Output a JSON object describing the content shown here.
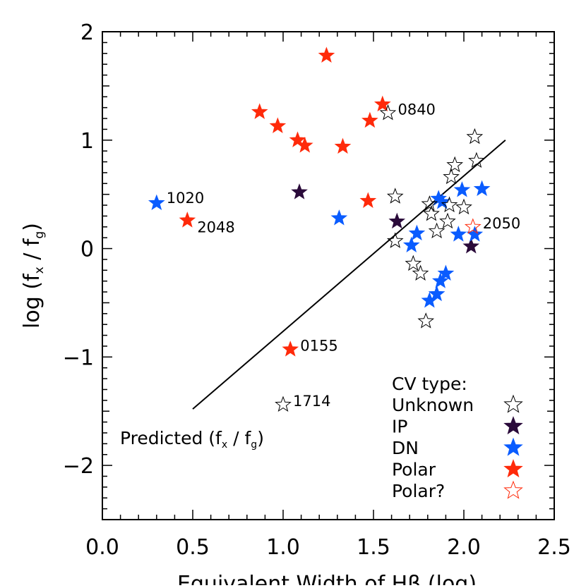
{
  "chart_data": {
    "type": "scatter",
    "xlabel": "Equivalent Width of Hβ (log)",
    "ylabel_parts": {
      "pre": "log (f",
      "sub1": "x",
      "mid": " / f",
      "sub2": "g",
      "post": ")"
    },
    "xlim": [
      0.0,
      2.5
    ],
    "ylim": [
      -2.5,
      2.0
    ],
    "x_ticks": [
      "0.0",
      "0.5",
      "1.0",
      "1.5",
      "2.0",
      "2.5"
    ],
    "x_tick_values": [
      0.0,
      0.5,
      1.0,
      1.5,
      2.0,
      2.5
    ],
    "y_ticks": [
      "2",
      "1",
      "0",
      "−1",
      "−2"
    ],
    "y_tick_values": [
      2,
      1,
      0,
      -1,
      -2
    ],
    "grid": false,
    "legend": {
      "title": "CV type:",
      "placement": "bottom-right",
      "entries": [
        {
          "key": "unknown",
          "label": "Unknown"
        },
        {
          "key": "ip",
          "label": "IP"
        },
        {
          "key": "dn",
          "label": "DN"
        },
        {
          "key": "polar",
          "label": "Polar"
        },
        {
          "key": "polar_q",
          "label": "Polar?"
        }
      ]
    },
    "styles": {
      "unknown": {
        "fill": "none",
        "stroke": "#000000"
      },
      "ip": {
        "fill": "#2a0a3a",
        "stroke": "#2a0a3a"
      },
      "dn": {
        "fill": "#0a5cff",
        "stroke": "#0a5cff"
      },
      "polar": {
        "fill": "#ff2a0a",
        "stroke": "#ff2a0a"
      },
      "polar_q": {
        "fill": "none",
        "stroke": "#ff2a0a"
      }
    },
    "prediction_line": {
      "label_parts": {
        "pre": "Predicted (f",
        "sub1": "x",
        "mid": " / f",
        "sub2": "g",
        "post": ")"
      },
      "points": [
        [
          0.5,
          -1.48
        ],
        [
          2.23,
          1.0
        ]
      ]
    },
    "series": [
      {
        "key": "polar",
        "points": [
          {
            "x": 1.24,
            "y": 1.78
          },
          {
            "x": 0.87,
            "y": 1.26
          },
          {
            "x": 0.97,
            "y": 1.13
          },
          {
            "x": 1.08,
            "y": 1.0
          },
          {
            "x": 1.12,
            "y": 0.95
          },
          {
            "x": 1.33,
            "y": 0.94
          },
          {
            "x": 1.55,
            "y": 1.33
          },
          {
            "x": 1.48,
            "y": 1.18
          },
          {
            "x": 1.47,
            "y": 0.44
          },
          {
            "x": 0.47,
            "y": 0.26,
            "label": "2048"
          },
          {
            "x": 1.04,
            "y": -0.93,
            "label": "0155"
          }
        ]
      },
      {
        "key": "ip",
        "points": [
          {
            "x": 1.09,
            "y": 0.52
          },
          {
            "x": 1.63,
            "y": 0.25
          },
          {
            "x": 2.04,
            "y": 0.02
          }
        ]
      },
      {
        "key": "dn",
        "points": [
          {
            "x": 0.3,
            "y": 0.42,
            "label": "1020"
          },
          {
            "x": 1.31,
            "y": 0.28
          },
          {
            "x": 1.86,
            "y": 0.46
          },
          {
            "x": 1.88,
            "y": 0.43
          },
          {
            "x": 1.99,
            "y": 0.54
          },
          {
            "x": 2.1,
            "y": 0.55
          },
          {
            "x": 1.74,
            "y": 0.14
          },
          {
            "x": 1.71,
            "y": 0.03
          },
          {
            "x": 1.97,
            "y": 0.13
          },
          {
            "x": 2.06,
            "y": 0.13
          },
          {
            "x": 1.9,
            "y": -0.23
          },
          {
            "x": 1.87,
            "y": -0.3
          },
          {
            "x": 1.85,
            "y": -0.42
          },
          {
            "x": 1.81,
            "y": -0.48
          }
        ]
      },
      {
        "key": "unknown",
        "points": [
          {
            "x": 2.06,
            "y": 1.03
          },
          {
            "x": 2.07,
            "y": 0.81
          },
          {
            "x": 1.58,
            "y": 1.25,
            "label": "0840"
          },
          {
            "x": 1.95,
            "y": 0.77
          },
          {
            "x": 1.93,
            "y": 0.66
          },
          {
            "x": 1.62,
            "y": 0.48
          },
          {
            "x": 1.81,
            "y": 0.41
          },
          {
            "x": 1.92,
            "y": 0.4
          },
          {
            "x": 2.0,
            "y": 0.38
          },
          {
            "x": 1.82,
            "y": 0.32
          },
          {
            "x": 1.91,
            "y": 0.25
          },
          {
            "x": 1.85,
            "y": 0.16
          },
          {
            "x": 1.62,
            "y": 0.07
          },
          {
            "x": 1.72,
            "y": -0.14
          },
          {
            "x": 1.76,
            "y": -0.23
          },
          {
            "x": 1.79,
            "y": -0.67
          },
          {
            "x": 1.0,
            "y": -1.44,
            "label": "1714"
          }
        ]
      },
      {
        "key": "polar_q",
        "points": [
          {
            "x": 2.05,
            "y": 0.2,
            "label": "2050"
          }
        ]
      }
    ]
  }
}
